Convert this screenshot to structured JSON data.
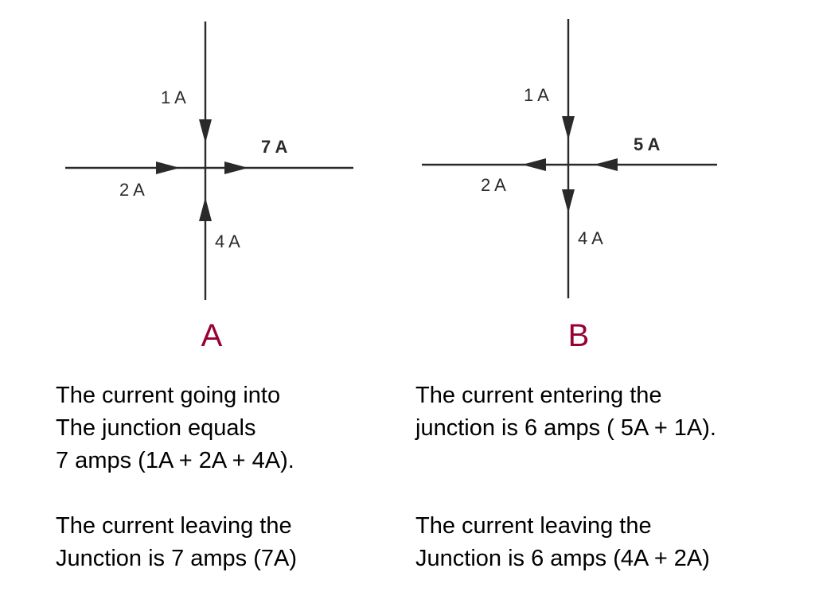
{
  "diagram_a": {
    "labels": {
      "top": "1 A",
      "left": "2 A",
      "bottom": "4 A",
      "right": "7 A"
    },
    "panel_letter": "A",
    "description_in": [
      "The current going into",
      "The junction equals",
      "7 amps (1A + 2A + 4A)."
    ],
    "description_out": [
      "The current leaving the",
      "Junction is 7 amps (7A)"
    ]
  },
  "diagram_b": {
    "labels": {
      "top": "1 A",
      "right": "5 A",
      "left": "2 A",
      "bottom": "4 A"
    },
    "panel_letter": "B",
    "description_in": [
      "The current entering the",
      "junction is 6 amps ( 5A + 1A)."
    ],
    "description_out": [
      "The current leaving the",
      "Junction is 6 amps (4A + 2A)"
    ]
  },
  "colors": {
    "panel_letter": "#990033",
    "wire": "#2a2a2a"
  }
}
